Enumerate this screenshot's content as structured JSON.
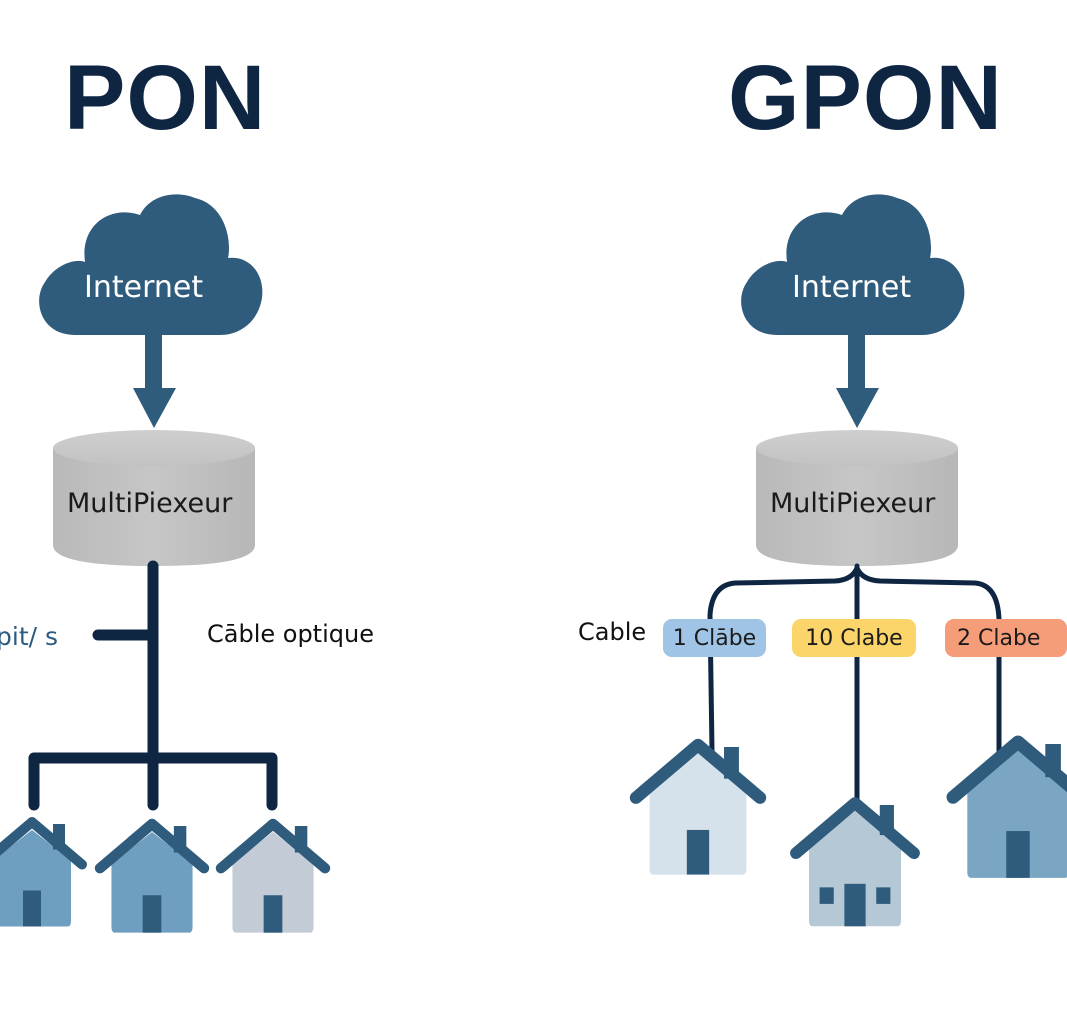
{
  "colors": {
    "title": "#0f2643",
    "cloud": "#2f5b7c",
    "cylinder": "#bdbdbd",
    "line": "#0f2643",
    "house_roof": "#2f5b7c",
    "tag_blue": "#9fc4e6",
    "tag_yellow": "#fbd46a",
    "tag_orange": "#f59c79"
  },
  "left": {
    "title": "PON",
    "cloud_label": "Internet",
    "mux_label": "MultiPiexeur",
    "speed_label": "pit/ s",
    "cable_label": "Cāble optique",
    "houses": [
      "house-1",
      "house-2",
      "house-3"
    ]
  },
  "right": {
    "title": "GPON",
    "cloud_label": "Internet",
    "mux_label": "MultiPiexeur",
    "cable_label": "Cable",
    "tags": [
      {
        "label": "1 Clābe",
        "color": "#9fc4e6"
      },
      {
        "label": "10 Clabe",
        "color": "#fbd46a"
      },
      {
        "label": "2 Clabe",
        "color": "#f59c79"
      }
    ],
    "houses": [
      "house-1",
      "house-2",
      "house-3"
    ]
  }
}
